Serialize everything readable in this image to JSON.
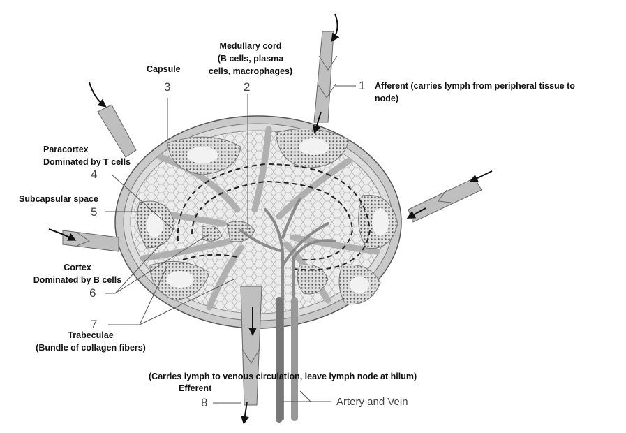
{
  "labels": {
    "capsule": "Capsule",
    "medullary_line1": "Medullary cord",
    "medullary_line2": "(B cells, plasma",
    "medullary_line3": "cells, macrophages)",
    "afferent_line1": "Afferent (carries lymph from peripheral tissue to",
    "afferent_line2": "node)",
    "paracortex_line1": "Paracortex",
    "paracortex_line2": "Dominated by T cells",
    "subcapsular": "Subcapsular space",
    "cortex_line1": "Cortex",
    "cortex_line2": "Dominated by B cells",
    "trabeculae_line1": "Trabeculae",
    "trabeculae_line2": "(Bundle of collagen fibers)",
    "efferent_desc": "(Carries lymph to venous circulation, leave lymph node at hilum)",
    "efferent": "Efferent",
    "artery_vein": "Artery and Vein"
  },
  "numbers": {
    "n1": "1",
    "n2": "2",
    "n3": "3",
    "n4": "4",
    "n5": "5",
    "n6": "6",
    "n7": "7",
    "n8": "8"
  },
  "colors": {
    "capsule_fill": "#c9c9c9",
    "tissue_fill": "#e6e6e6",
    "follicle_fill": "#d8d8d8",
    "line": "#555555",
    "vessel": "#8a8a8a"
  }
}
